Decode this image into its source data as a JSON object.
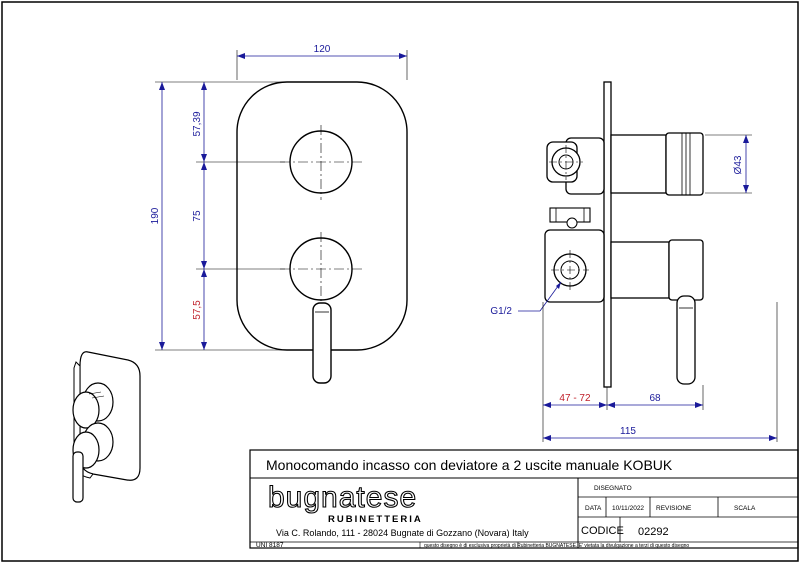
{
  "front_view": {
    "dim_width": "120",
    "dim_height": "190",
    "dim_top": "57,39",
    "dim_middle": "75",
    "dim_bottom": "57,5"
  },
  "side_view": {
    "dim_diameter": "Ø43",
    "dim_thread": "G1/2",
    "dim_depth_range": "47 - 72",
    "dim_projection": "68",
    "dim_total": "115"
  },
  "title_block": {
    "title": "Monocomando incasso con deviatore a 2 uscite manuale KOBUK",
    "logo_text": "bugnatese",
    "logo_subtext": "RUBINETTERIA",
    "address": "Via C. Rolando, 111 - 28024 Bugnate di Gozzano (Novara) Italy",
    "disegnato_label": "DISEGNATO",
    "data_label": "DATA",
    "data_value": "10/11/2022",
    "revisione_label": "REVISIONE",
    "scala_label": "SCALA",
    "codice_label": "CODICE",
    "codice_value": "02292",
    "uni_label": "UNI 8187",
    "disclaimer": "questo disegno è di esclusiva proprietà di Rubinetteria BUGNATESE. E' vietata la divulgazione a terzi di questo disegno"
  },
  "colors": {
    "dimension": "#1a1a9a",
    "highlight_dimension": "#c0202a",
    "line": "#000000"
  }
}
